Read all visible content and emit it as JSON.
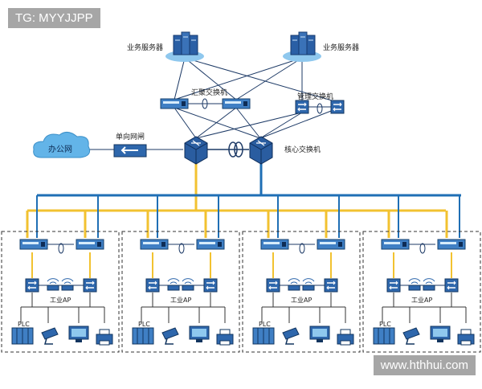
{
  "watermark_top": "TG: MYYJJPP",
  "watermark_bottom": "www.hthhui.com",
  "labels": {
    "biz_server_left": "业务服务器",
    "biz_server_right": "业务服务器",
    "aggregation_switch": "汇聚交换机",
    "management_switch": "管理交换机",
    "one_way_gateway": "单向网闸",
    "office_network": "办公网",
    "core_switch": "核心交换机"
  },
  "cell_labels": {
    "plc": "PLC",
    "industrial_ap": "工业AP"
  },
  "colors": {
    "blue": "#1f6fb5",
    "yellow": "#f2c230",
    "dark": "#1d3a66",
    "cloud": "#63b4e8"
  },
  "cells": [
    {
      "id": 1
    },
    {
      "id": 2
    },
    {
      "id": 3
    },
    {
      "id": 4
    }
  ]
}
